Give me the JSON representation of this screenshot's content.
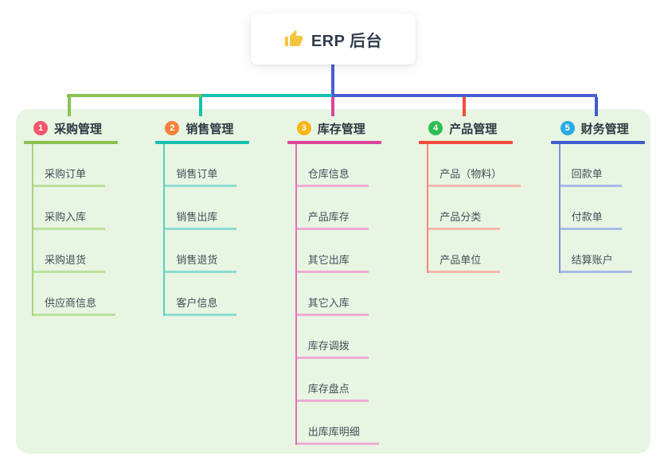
{
  "root": {
    "title": "ERP 后台",
    "icon": "thumbs-up-icon",
    "icon_color": "#f8c43d"
  },
  "connector": {
    "trunk_color": "#4a5fd0"
  },
  "panel_color": "#e8f5e2",
  "branches": [
    {
      "index": "1",
      "title": "采购管理",
      "color": "#8cc152",
      "badge_color": "#f4566d",
      "line_color": "#a5d57c",
      "child_line_color": "#bce09c",
      "children": [
        "采购订单",
        "采购入库",
        "采购退货",
        "供应商信息"
      ]
    },
    {
      "index": "2",
      "title": "销售管理",
      "color": "#17bfb1",
      "badge_color": "#f5813b",
      "line_color": "#55cfc3",
      "child_line_color": "#8edcd3",
      "children": [
        "销售订单",
        "销售出库",
        "销售退货",
        "客户信息"
      ]
    },
    {
      "index": "3",
      "title": "库存管理",
      "color": "#dc449c",
      "badge_color": "#fbb515",
      "line_color": "#e26fb2",
      "child_line_color": "#efacd3",
      "children": [
        "仓库信息",
        "产品库存",
        "其它出库",
        "其它入库",
        "库存调拨",
        "库存盘点",
        "出库库明细"
      ]
    },
    {
      "index": "4",
      "title": "产品管理",
      "color": "#f44b3c",
      "badge_color": "#2dbe50",
      "line_color": "#f4857b",
      "child_line_color": "#f8b6ae",
      "children": [
        "产品（物料）",
        "产品分类",
        "产品单位"
      ]
    },
    {
      "index": "5",
      "title": "财务管理",
      "color": "#3f5bce",
      "badge_color": "#2aaae2",
      "line_color": "#7e95da",
      "child_line_color": "#a9bae4",
      "children": [
        "回款单",
        "付款单",
        "结算账户"
      ]
    }
  ]
}
